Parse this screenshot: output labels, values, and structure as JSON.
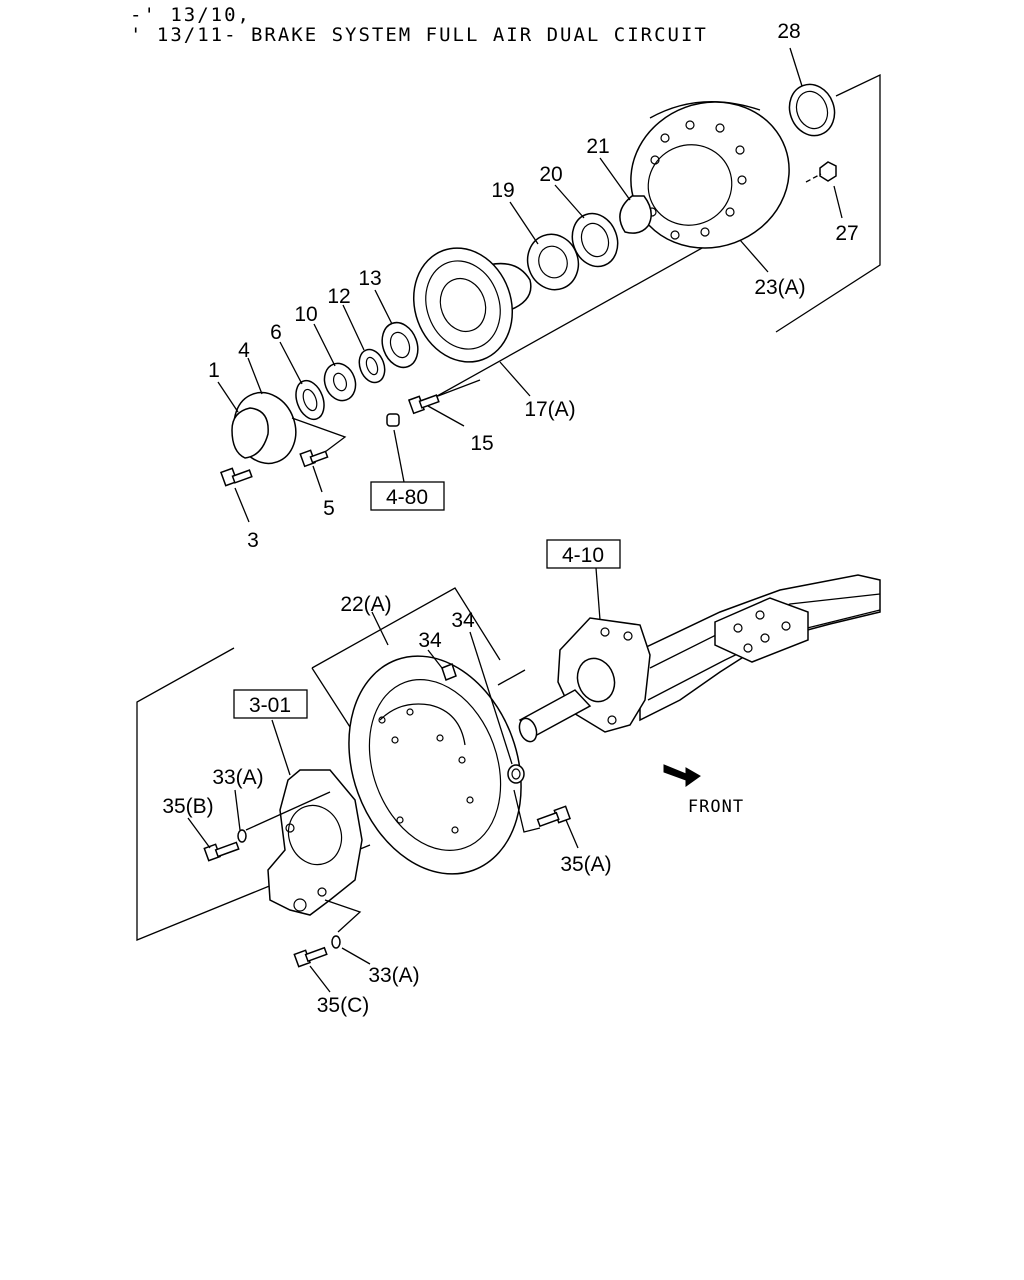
{
  "header": {
    "line1": "-' 13/10,",
    "line2": "' 13/11- BRAKE SYSTEM FULL AIR DUAL CIRCUIT"
  },
  "callouts": {
    "c1": "1",
    "c3": "3",
    "c4": "4",
    "c5": "5",
    "c6": "6",
    "c10": "10",
    "c12": "12",
    "c13": "13",
    "c15": "15",
    "c17a": "17(A)",
    "c19": "19",
    "c20": "20",
    "c21": "21",
    "c22a": "22(A)",
    "c23a": "23(A)",
    "c27": "27",
    "c28": "28",
    "c33a_upper": "33(A)",
    "c33a_lower": "33(A)",
    "c34_left": "34",
    "c34_right": "34",
    "c35a": "35(A)",
    "c35b": "35(B)",
    "c35c": "35(C)"
  },
  "references": {
    "r480": "4-80",
    "r410": "4-10",
    "r301": "3-01"
  },
  "direction": {
    "front_label": "FRONT"
  }
}
